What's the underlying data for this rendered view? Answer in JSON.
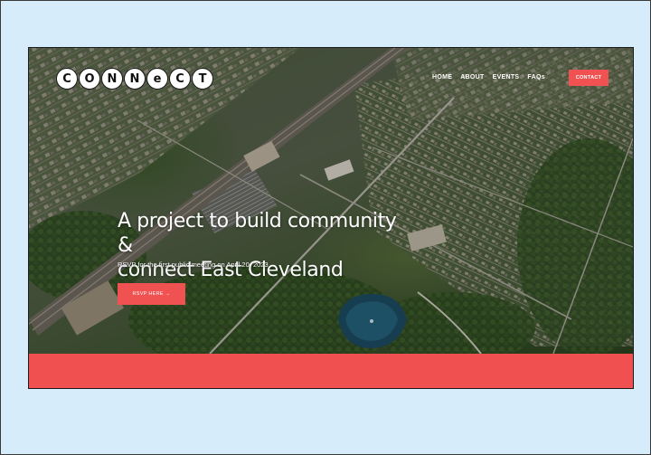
{
  "brand": {
    "logo_letters": [
      "C",
      "O",
      "N",
      "N",
      "e",
      "C",
      "T"
    ],
    "logo_text": "CONNECT"
  },
  "nav": {
    "items": [
      "HOME",
      "ABOUT",
      "EVENTS",
      "FAQs"
    ],
    "contact_label": "CONTACT"
  },
  "hero": {
    "headline_line1": "A project to build community &",
    "headline_line2": "connect East Cleveland",
    "subtext": "RSVP for the first public meeting on April 20, 2023",
    "cta_label": "RSVP HERE →"
  },
  "colors": {
    "accent": "#f05151",
    "page_background": "#d6ecfb",
    "text_light": "#ffffff"
  }
}
